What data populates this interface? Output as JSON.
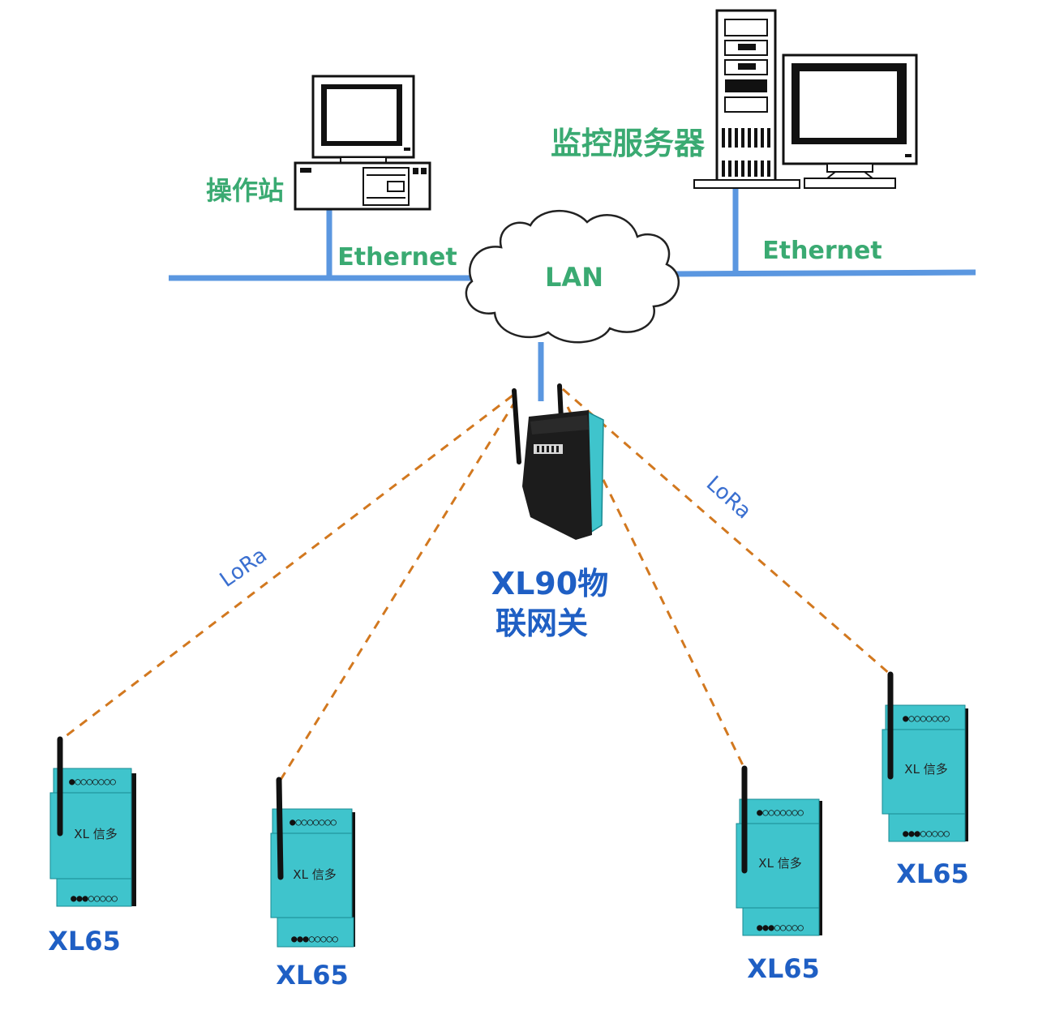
{
  "network": {
    "left_link_label": "Ethernet",
    "right_link_label": "Ethernet",
    "cloud_label": "LAN"
  },
  "operator_station": {
    "label": "操作站"
  },
  "monitor_server": {
    "label": "监控服务器"
  },
  "gateway": {
    "label_line1": "XL90物",
    "label_line2": "联网关",
    "panel_text": ""
  },
  "wireless": {
    "left_label": "LoRa",
    "right_label": "LoRa"
  },
  "nodes": [
    {
      "label": "XL65",
      "panel_text": "XL 信多"
    },
    {
      "label": "XL65",
      "panel_text": "XL 信多"
    },
    {
      "label": "XL65",
      "panel_text": "XL 信多"
    },
    {
      "label": "XL65",
      "panel_text": "XL 信多"
    }
  ],
  "colors": {
    "ethernet_line": "#5b97e0",
    "lora_link": "#d2781f",
    "green_label": "#3aaa72",
    "blue_label": "#1f5fc4",
    "node_body": "#3fc4cc"
  }
}
